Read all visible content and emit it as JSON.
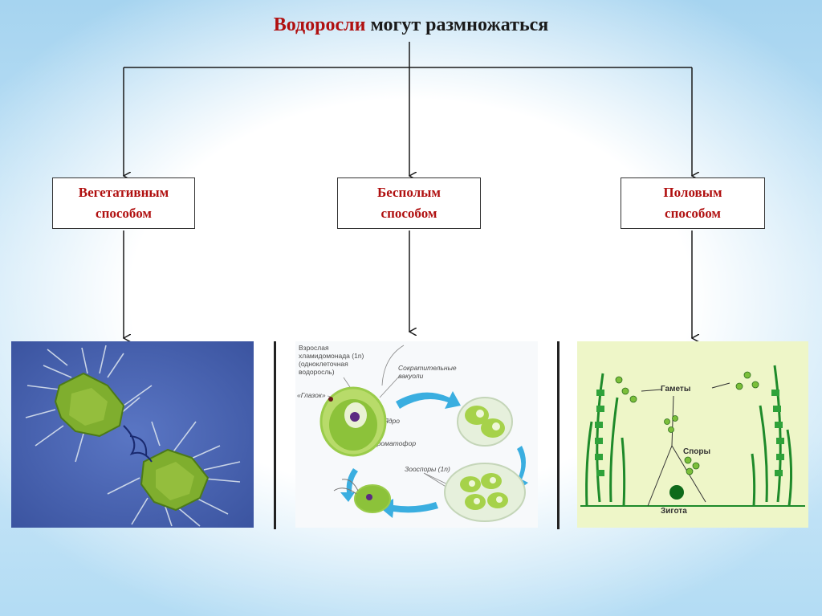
{
  "title": {
    "accent": "Водоросли",
    "rest": "могут размножаться"
  },
  "branches": [
    {
      "line1": "Вегетативным",
      "line2": "способом"
    },
    {
      "line1": "Бесполым",
      "line2": "способом"
    },
    {
      "line1": "Половым",
      "line2": "способом"
    }
  ],
  "asexual_figure": {
    "adult_l1": "Взрослая",
    "adult_l2": "хламидомонада (1n)",
    "adult_l3": "(одноклеточная",
    "adult_l4": "водоросль)",
    "eyespot": "«Глазок»",
    "vacuoles_l1": "Сократительные",
    "vacuoles_l2": "вакуоли",
    "nucleus": "Ядро",
    "chromatophore": "Хроматофор",
    "zoospores": "Зооспоры (1n)"
  },
  "sexual_figure": {
    "gametes": "Гаметы",
    "spores": "Споры",
    "zygote": "Зигота"
  },
  "colors": {
    "accent_red": "#b01010",
    "algae_green": "#7fae2e",
    "cycle_arrow": "#3aaee0",
    "micro_bg": "#4a64b4",
    "sexual_bg": "#eef6c8",
    "filament_green": "#1e8a2a"
  }
}
